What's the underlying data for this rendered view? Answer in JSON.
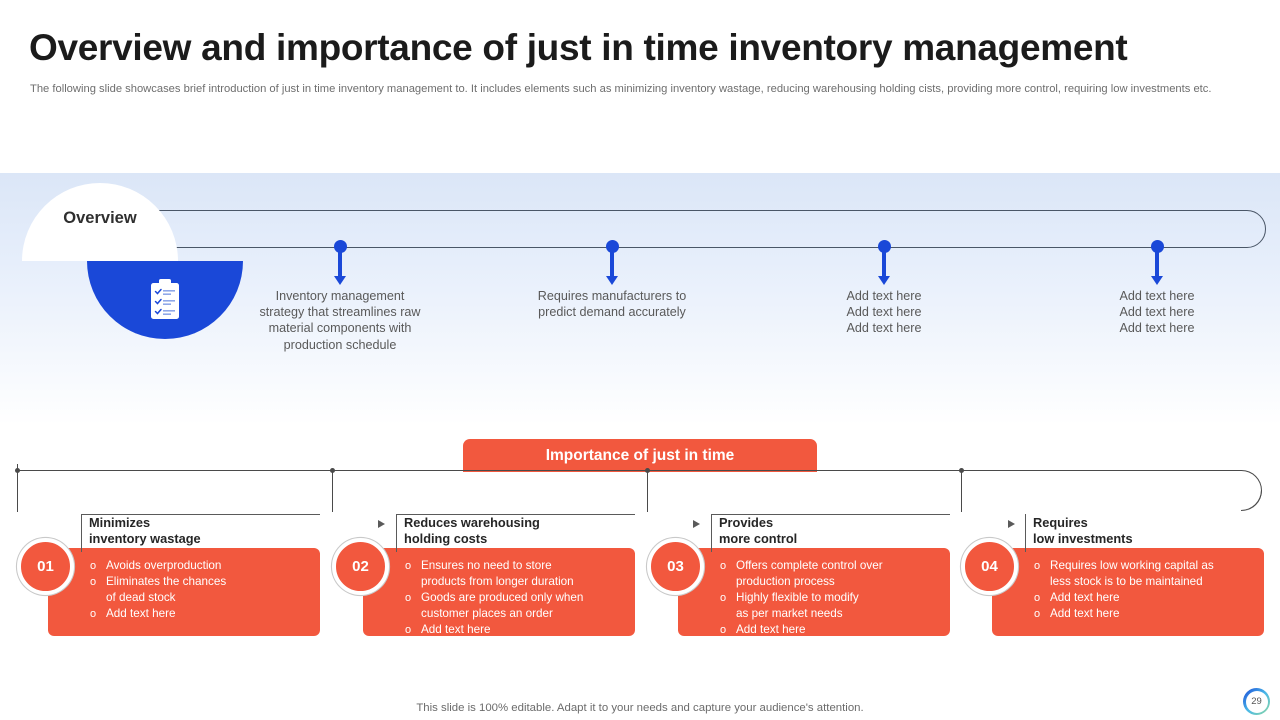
{
  "header": {
    "title": "Overview and importance of just in time inventory management",
    "subtitle": "The following slide showcases brief introduction of just in time inventory management to. It includes elements such as minimizing inventory wastage, reducing warehousing holding cists, providing more control, requiring low investments etc."
  },
  "overview": {
    "label": "Overview",
    "icon": "clipboard-checklist-icon",
    "accent_blue": "#1a48d8",
    "timeline": [
      {
        "text": "Inventory  management\nstrategy that streamlines raw\nmaterial components with\nproduction schedule"
      },
      {
        "text": "Requires  manufacturers  to\npredict demand  accurately"
      },
      {
        "text": "Add text here\nAdd text here\nAdd text here"
      },
      {
        "text": "Add text here\nAdd text here\nAdd text here"
      }
    ]
  },
  "importance": {
    "banner": "Importance of just in time",
    "accent_orange": "#F2583E",
    "cards": [
      {
        "number": "01",
        "title": "Minimizes\ninventory wastage",
        "bullets": [
          "Avoids  overproduction",
          "Eliminates  the  chances\nof dead  stock",
          "Add text here"
        ]
      },
      {
        "number": "02",
        "title": "Reduces warehousing\nholding costs",
        "bullets": [
          "Ensures  no  need to store\nproducts from  longer duration",
          "Goods  are  produced  only when\ncustomer  places  an  order",
          "Add text here"
        ]
      },
      {
        "number": "03",
        "title": "Provides\nmore control",
        "bullets": [
          "Offers  complete  control  over\nproduction  process",
          "Highly flexible to modify\nas per market  needs",
          "Add text here"
        ]
      },
      {
        "number": "04",
        "title": "Requires\nlow investments",
        "bullets": [
          "Requires  low working  capital as\nless stock is to  be  maintained",
          "Add text here",
          "Add text here"
        ]
      }
    ]
  },
  "footer": {
    "note": "This slide is 100% editable. Adapt it to your needs and capture your audience's attention.",
    "page_number": "29"
  }
}
